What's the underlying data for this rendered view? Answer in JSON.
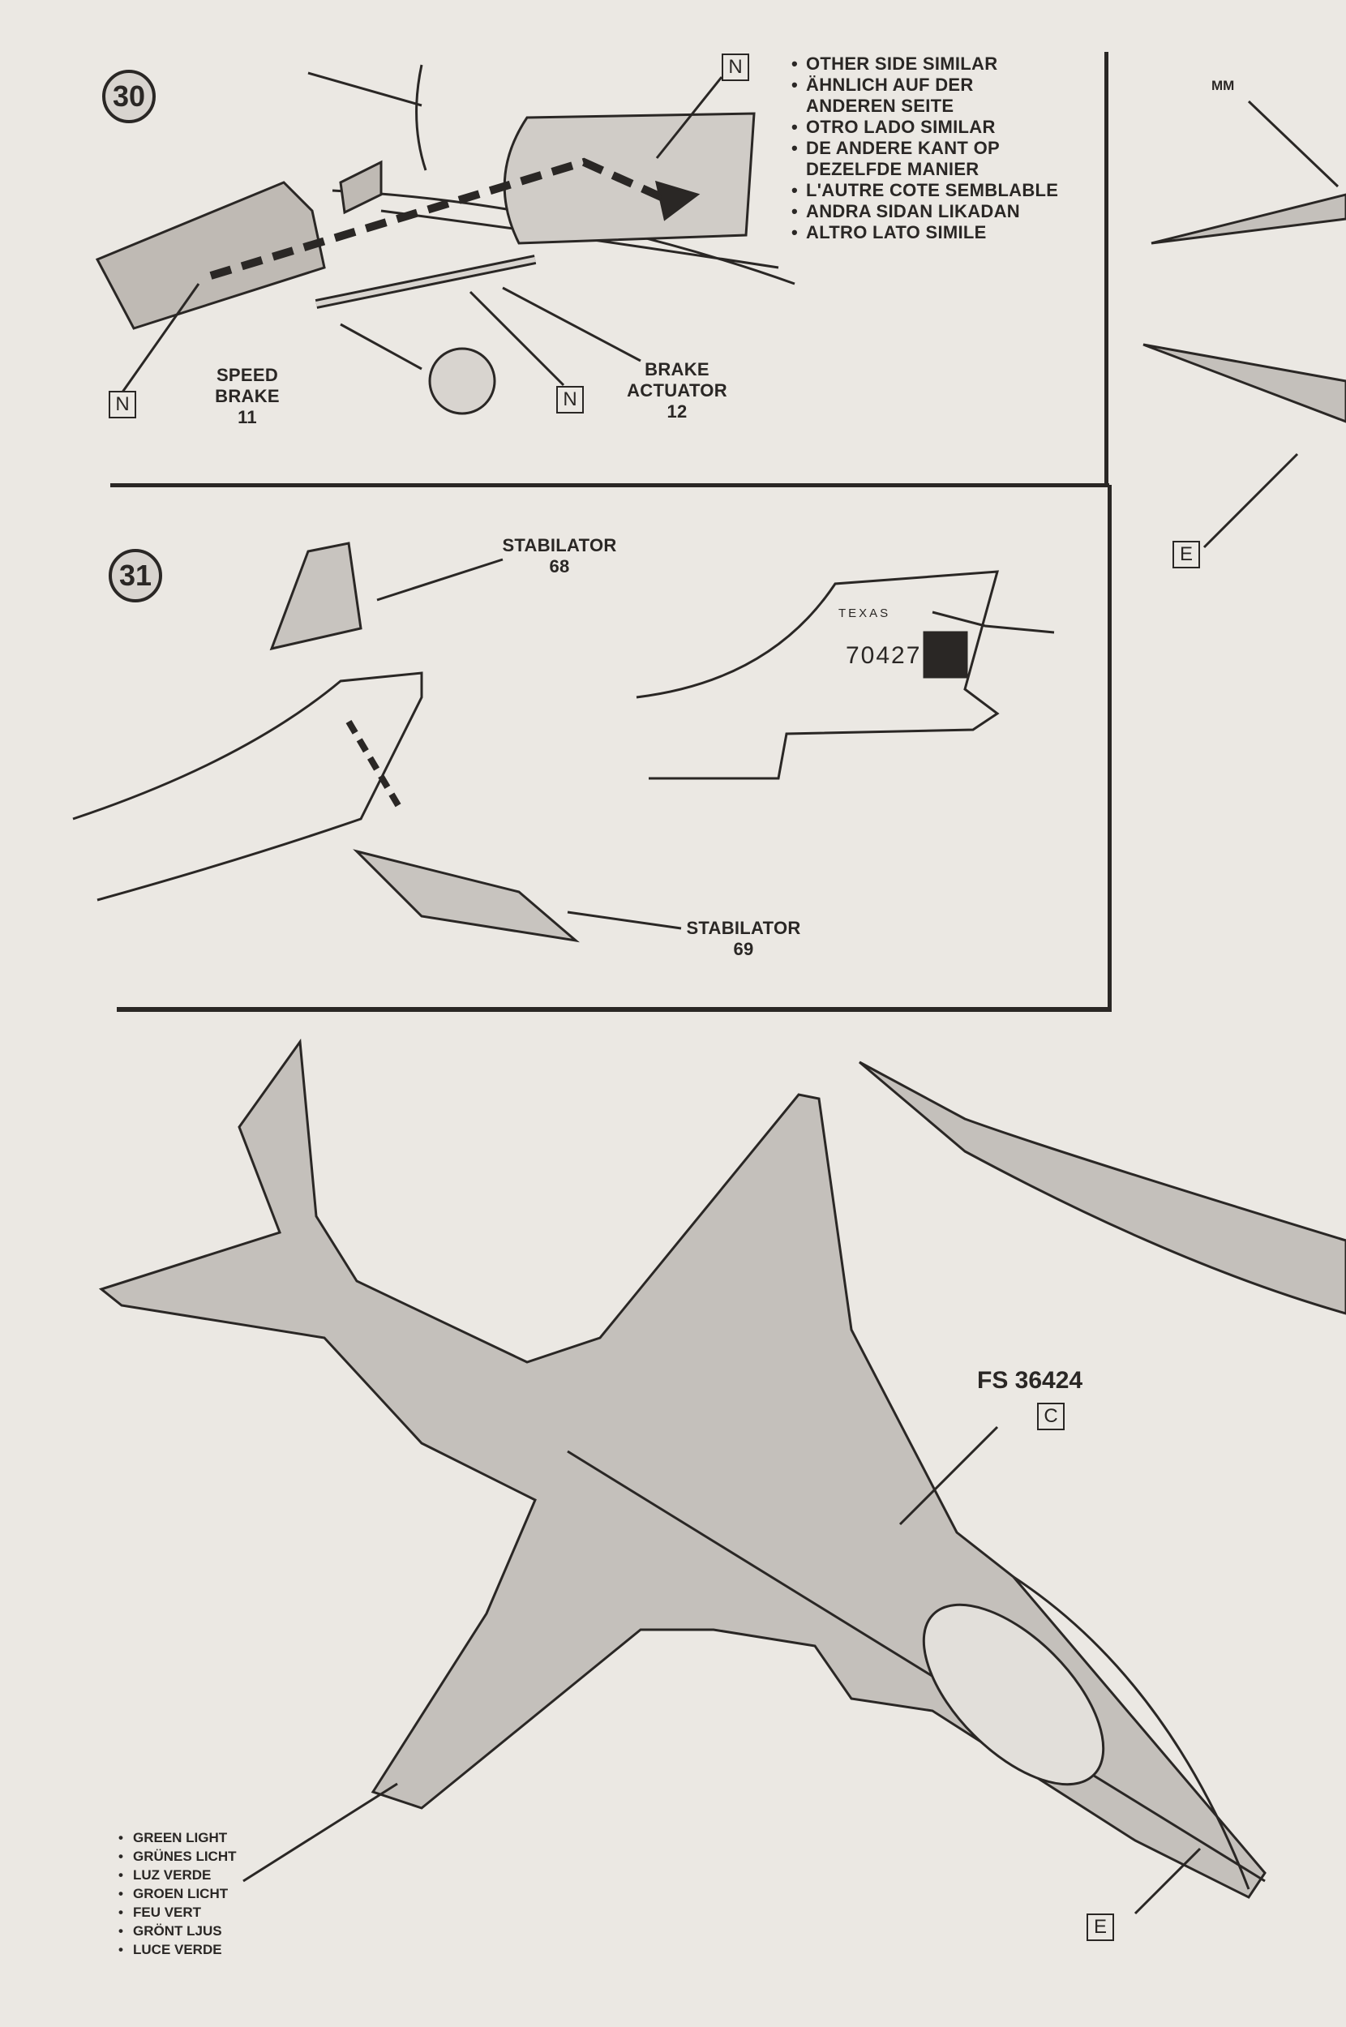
{
  "step30": {
    "number": "30",
    "notes": [
      "OTHER SIDE SIMILAR",
      "ÄHNLICH AUF DER ANDEREN SEITE",
      "OTRO LADO SIMILAR",
      "DE ANDERE KANT OP DEZELFDE MANIER",
      "L'AUTRE COTE SEMBLABLE",
      "ANDRA SIDAN LIKADAN",
      "ALTRO LATO SIMILE"
    ],
    "marker_n": "N",
    "speed_brake": {
      "name_line1": "SPEED",
      "name_line2": "BRAKE",
      "part": "11"
    },
    "brake_actuator": {
      "name_line1": "BRAKE",
      "name_line2": "ACTUATOR",
      "part": "12"
    }
  },
  "step31": {
    "number": "31",
    "stabilator_top": {
      "name": "STABILATOR",
      "part": "68"
    },
    "stabilator_bottom": {
      "name": "STABILATOR",
      "part": "69"
    },
    "tail_marking": {
      "state": "TEXAS",
      "serial": "70427"
    }
  },
  "painting": {
    "color_code": "FS 36424",
    "marker_c": "C",
    "marker_e": "E",
    "green_light": [
      "GREEN LIGHT",
      "GRÜNES LICHT",
      "LUZ VERDE",
      "GROEN LICHT",
      "FEU VERT",
      "GRÖNT LJUS",
      "LUCE VERDE"
    ]
  },
  "right_edge": {
    "label_mm": "MM",
    "marker_e": "E"
  }
}
